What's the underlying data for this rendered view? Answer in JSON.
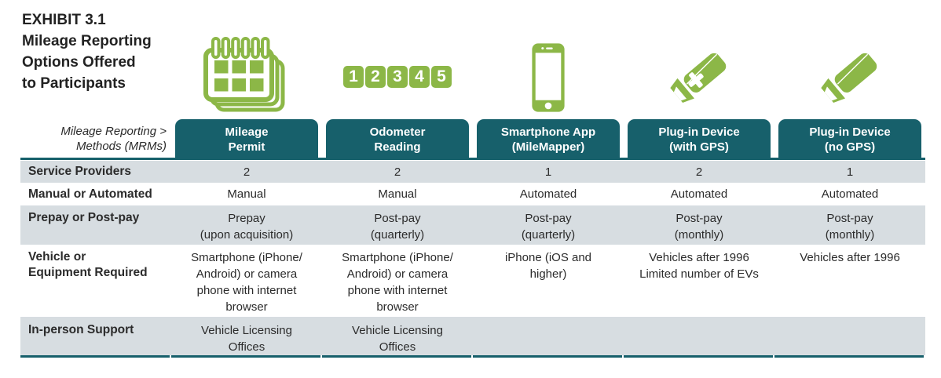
{
  "header": {
    "exhibit": "EXHIBIT 3.1",
    "title": "Mileage Reporting\nOptions Offered\nto Participants"
  },
  "colors": {
    "teal": "#17606b",
    "green": "#8cb747",
    "row_gray": "#d7dde1",
    "text": "#2b2b2b"
  },
  "table": {
    "axis_label": "Mileage Reporting >\nMethods (MRMs)",
    "columns": [
      {
        "header": "Mileage\nPermit",
        "icon": "calendar-icon"
      },
      {
        "header": "Odometer\nReading",
        "icon": "odometer-digits-icon",
        "odometer_digits": [
          "1",
          "2",
          "3",
          "4",
          "5"
        ]
      },
      {
        "header": "Smartphone App\n(MileMapper)",
        "icon": "smartphone-icon"
      },
      {
        "header": "Plug-in Device\n(with GPS)",
        "icon": "plugin-device-gps-icon"
      },
      {
        "header": "Plug-in Device\n(no GPS)",
        "icon": "plugin-device-icon"
      }
    ],
    "rows": [
      {
        "label": "Service Providers",
        "values": [
          "2",
          "2",
          "1",
          "2",
          "1"
        ]
      },
      {
        "label": "Manual or Automated",
        "values": [
          "Manual",
          "Manual",
          "Automated",
          "Automated",
          "Automated"
        ]
      },
      {
        "label": "Prepay or Post-pay",
        "values": [
          "Prepay\n(upon acquisition)",
          "Post-pay\n(quarterly)",
          "Post-pay\n(quarterly)",
          "Post-pay\n(monthly)",
          "Post-pay\n(monthly)"
        ]
      },
      {
        "label": "Vehicle or\nEquipment Required",
        "values": [
          "Smartphone (iPhone/\nAndroid) or camera\nphone with internet\nbrowser",
          "Smartphone (iPhone/\nAndroid) or camera\nphone with internet\nbrowser",
          "iPhone (iOS and\nhigher)",
          "Vehicles after 1996\nLimited number of EVs",
          "Vehicles after 1996"
        ]
      },
      {
        "label": "In-person Support",
        "values": [
          "Vehicle Licensing\nOffices",
          "Vehicle Licensing\nOffices",
          "",
          "",
          ""
        ]
      }
    ]
  }
}
